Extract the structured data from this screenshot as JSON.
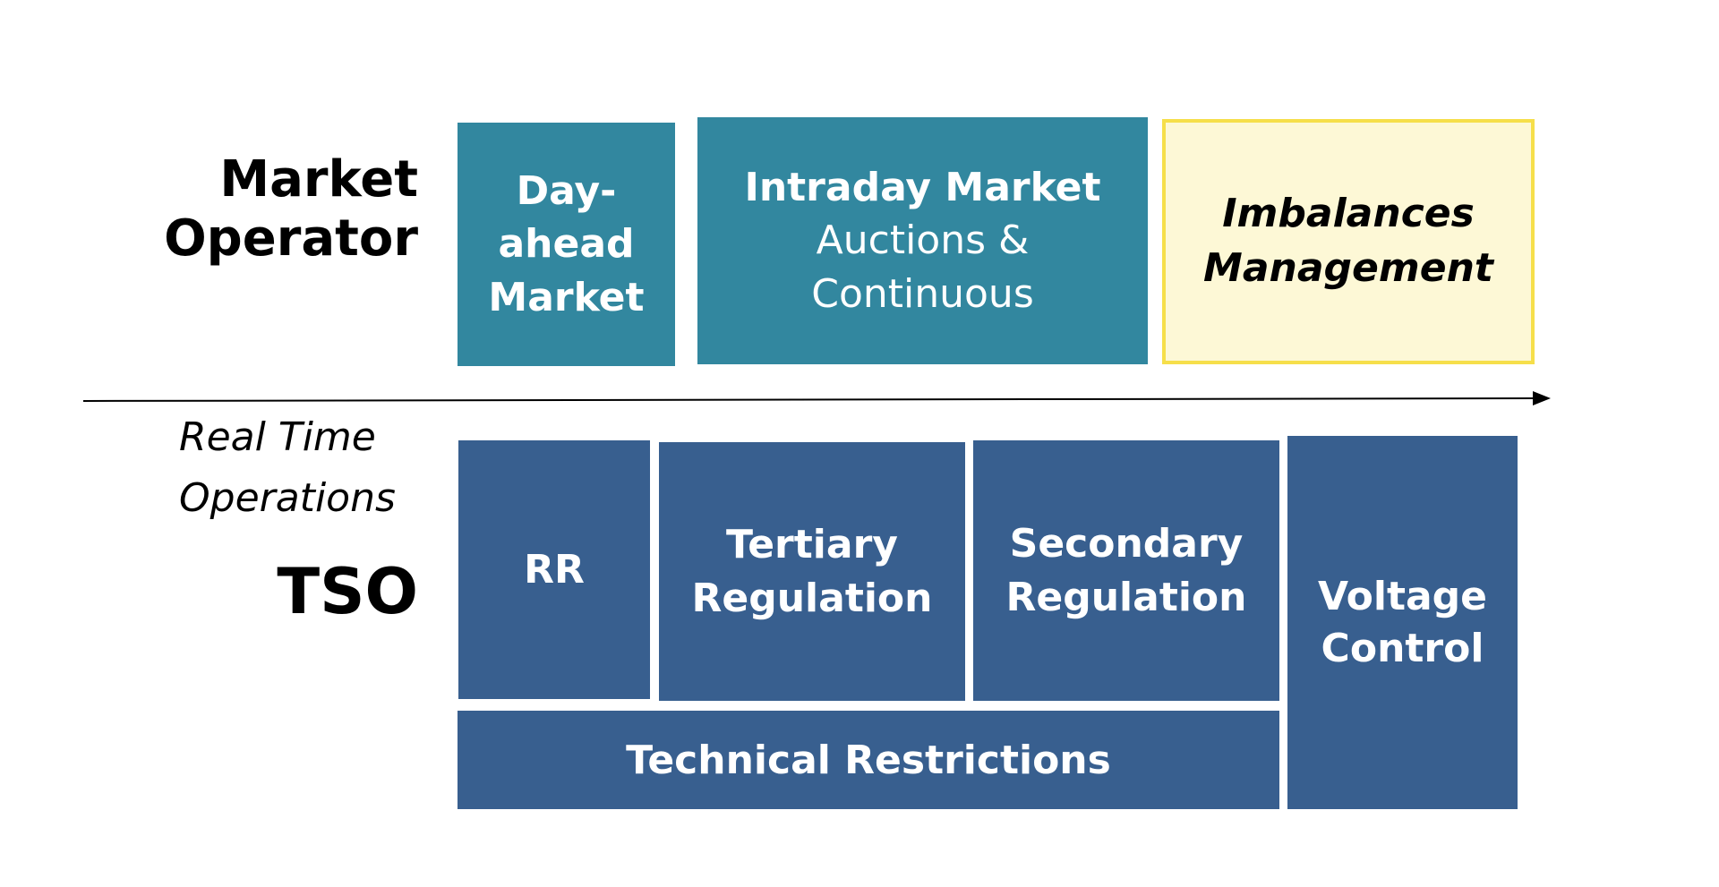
{
  "market_operator": {
    "label_line1": "Market",
    "label_line2": "Operator",
    "day_ahead": {
      "line1": "Day-",
      "line2": "ahead",
      "line3": "Market"
    },
    "intraday": {
      "line1": "Intraday Market",
      "line2": "Auctions &",
      "line3": "Continuous"
    },
    "imbalances": {
      "line1": "Imbalances",
      "line2": "Management"
    }
  },
  "real_time": {
    "line1": "Real Time",
    "line2": "Operations"
  },
  "tso": {
    "label": "TSO",
    "rr": "RR",
    "tertiary": {
      "line1": "Tertiary",
      "line2": "Regulation"
    },
    "secondary": {
      "line1": "Secondary",
      "line2": "Regulation"
    },
    "voltage": {
      "line1": "Voltage",
      "line2": "Control"
    },
    "technical": "Technical Restrictions"
  },
  "colors": {
    "market_box": "#32879f",
    "tso_box": "#385f8f",
    "imbalance_fill": "#fdf8d6",
    "imbalance_border": "#f6df4a"
  }
}
